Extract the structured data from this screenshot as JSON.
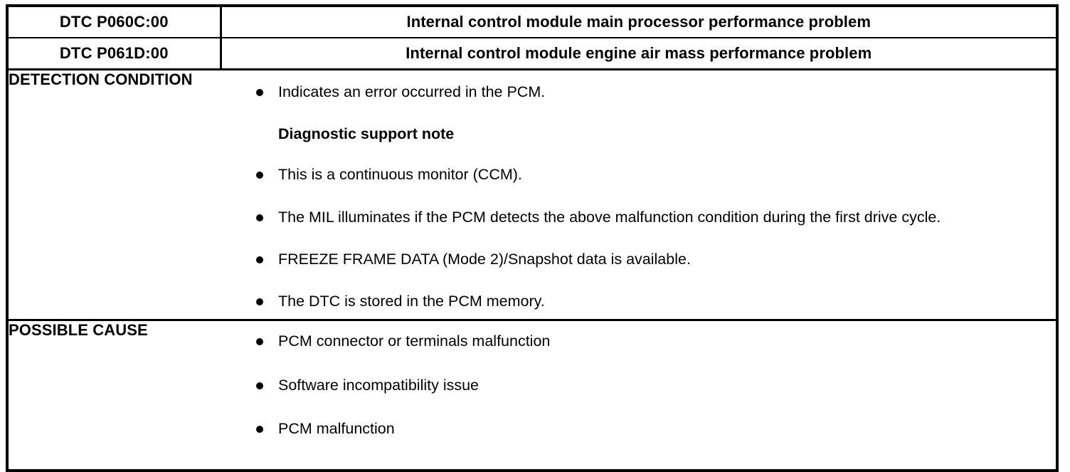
{
  "table": {
    "dtc_rows": [
      {
        "code": "DTC P060C:00",
        "description": "Internal control module main processor performance problem"
      },
      {
        "code": "DTC P061D:00",
        "description": "Internal control module engine air mass performance problem"
      }
    ],
    "sections": [
      {
        "label": "DETECTION CONDITION",
        "items": [
          {
            "bullet": true,
            "bold": false,
            "text": "Indicates an error occurred in the PCM."
          },
          {
            "bullet": false,
            "bold": true,
            "text": "Diagnostic support note"
          },
          {
            "bullet": true,
            "bold": false,
            "text": "This is a continuous monitor (CCM)."
          },
          {
            "bullet": true,
            "bold": false,
            "text": "The MIL illuminates if the PCM detects the above malfunction condition during the first drive cycle."
          },
          {
            "bullet": true,
            "bold": false,
            "text": "FREEZE FRAME DATA (Mode 2)/Snapshot data is available."
          },
          {
            "bullet": true,
            "bold": false,
            "text": "The DTC is stored in the PCM memory."
          }
        ]
      },
      {
        "label": "POSSIBLE CAUSE",
        "items": [
          {
            "bullet": true,
            "bold": false,
            "text": "PCM connector or terminals malfunction"
          },
          {
            "bullet": true,
            "bold": false,
            "text": "Software incompatibility issue"
          },
          {
            "bullet": true,
            "bold": false,
            "text": "PCM malfunction"
          }
        ]
      }
    ]
  },
  "colors": {
    "ink": "#000000",
    "paper": "#ffffff"
  }
}
